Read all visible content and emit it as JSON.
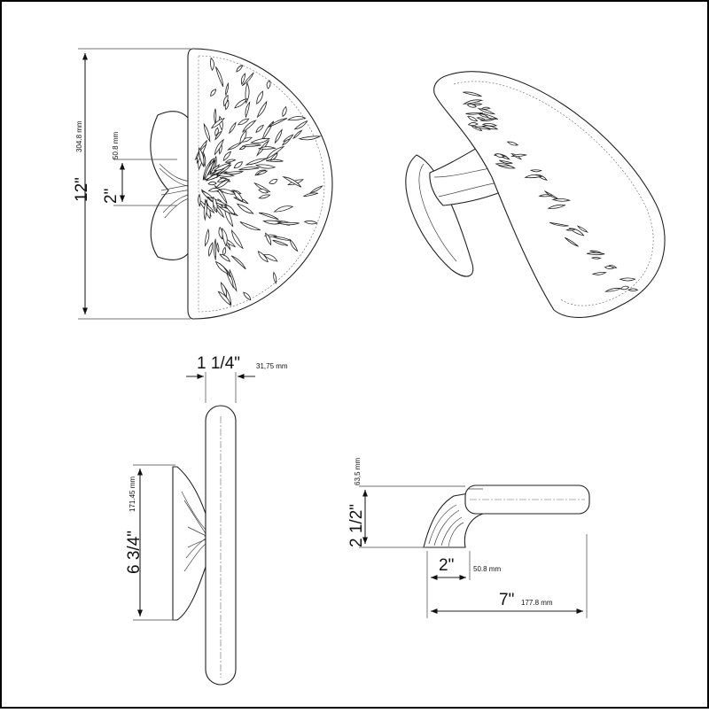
{
  "drawing": {
    "front_view": {
      "height_in": "12\"",
      "height_mm": "304.8 mm",
      "rose_in": "2\"",
      "rose_mm": "50.8 mm"
    },
    "side_view": {
      "diameter_in": "1 1/4\"",
      "diameter_mm": "31,75 mm",
      "length_in": "6 3/4\"",
      "length_mm": "171.45 mm"
    },
    "top_view": {
      "projection_in": "2 1/2\"",
      "projection_mm": "63,5 mm",
      "rose_in": "2\"",
      "rose_mm": "50.8 mm",
      "length_in": "7\"",
      "length_mm": "177.8 mm"
    },
    "colors": {
      "line": "#222222",
      "background": "#ffffff",
      "border": "#000000"
    }
  }
}
